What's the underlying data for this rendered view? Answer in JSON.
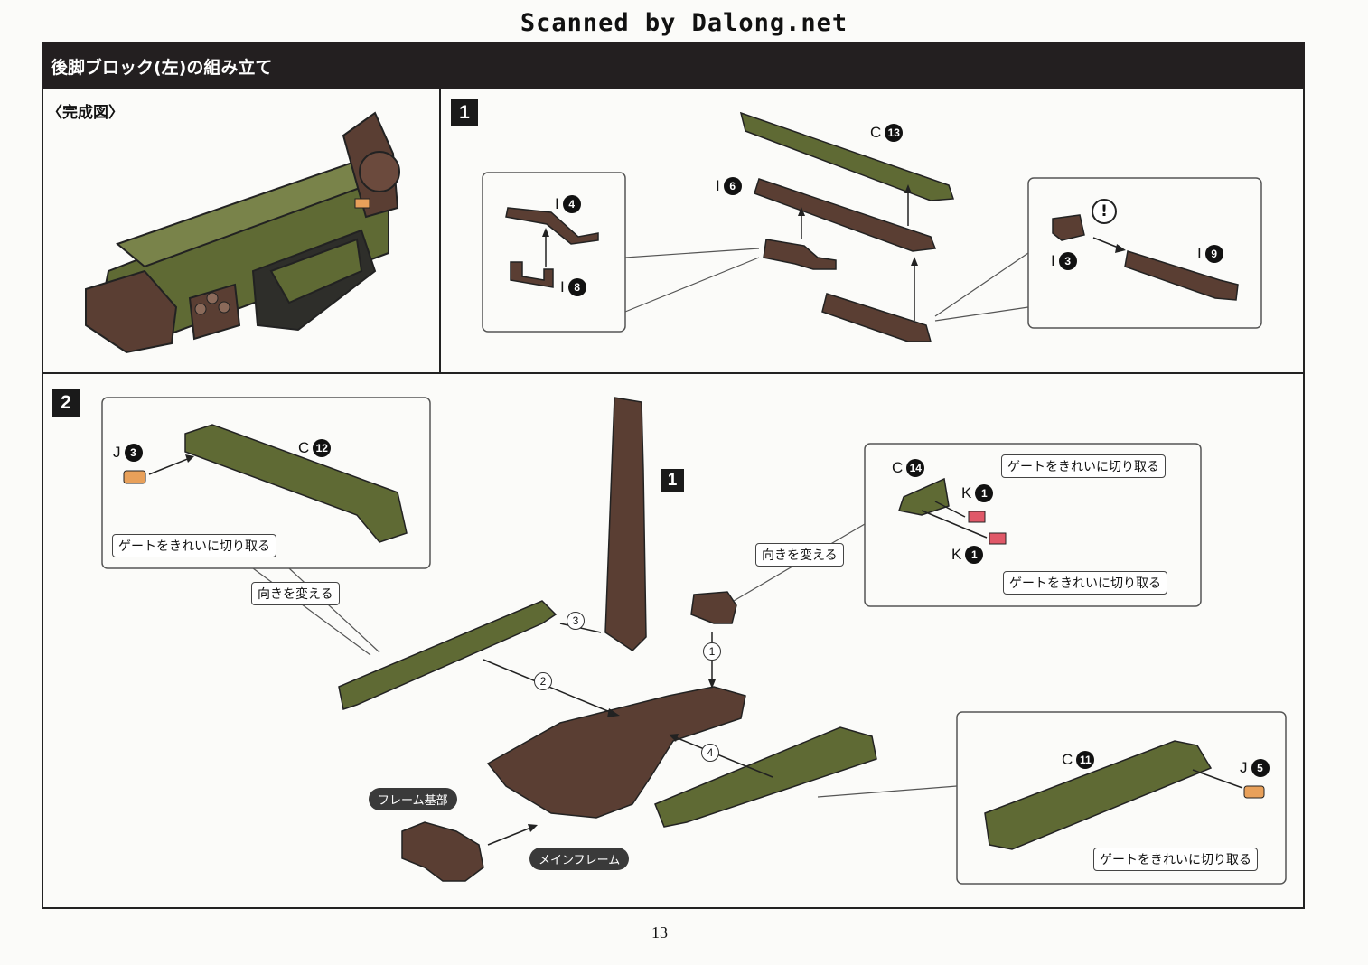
{
  "scan_banner": "Scanned by Dalong.net",
  "header": {
    "title": "後脚ブロック(左)の組み立て"
  },
  "completed": {
    "label": "〈完成図〉"
  },
  "step1": {
    "badge": "1",
    "labels": {
      "I4": {
        "letter": "I",
        "num": "4"
      },
      "I8": {
        "letter": "I",
        "num": "8"
      },
      "I6": {
        "letter": "I",
        "num": "6"
      },
      "C13": {
        "letter": "C",
        "num": "13"
      },
      "I3": {
        "letter": "I",
        "num": "3"
      },
      "I9": {
        "letter": "I",
        "num": "9"
      },
      "caution": "!"
    }
  },
  "step2": {
    "badge": "2",
    "ref_badge": "1",
    "labels": {
      "J3": {
        "letter": "J",
        "num": "3"
      },
      "C12": {
        "letter": "C",
        "num": "12"
      },
      "C14": {
        "letter": "C",
        "num": "14"
      },
      "K1a": {
        "letter": "K",
        "num": "1"
      },
      "K1b": {
        "letter": "K",
        "num": "1"
      },
      "C11": {
        "letter": "C",
        "num": "11"
      },
      "J5": {
        "letter": "J",
        "num": "5"
      }
    },
    "notes": {
      "gate_1": "ゲートをきれいに切り取る",
      "gate_2": "ゲートをきれいに切り取る",
      "gate_3": "ゲートをきれいに切り取る",
      "gate_4": "ゲートをきれいに切り取る",
      "turn_1": "向きを変える",
      "turn_2": "向きを変える"
    },
    "pills": {
      "frame_base": "フレーム基部",
      "main_frame": "メインフレーム"
    },
    "order": [
      "1",
      "2",
      "3",
      "4"
    ]
  },
  "colors": {
    "olive": "#5f6a34",
    "brown": "#5a3e33",
    "orange": "#e8a05a",
    "red": "#e05868"
  },
  "page_number": "13"
}
